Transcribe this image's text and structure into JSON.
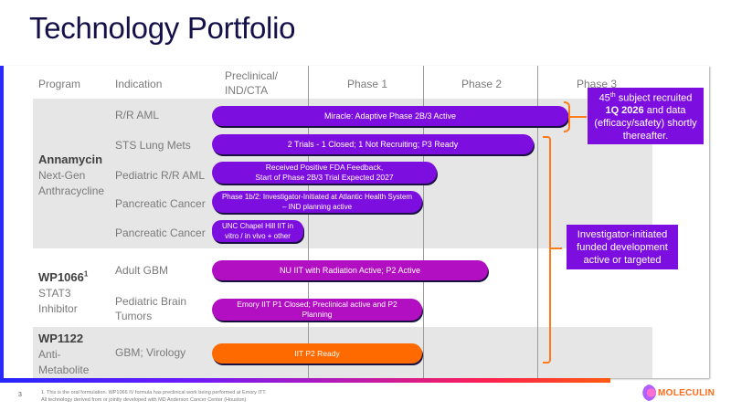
{
  "slide": {
    "title": "Technology Portfolio",
    "page_number": "3"
  },
  "header": {
    "program": "Program",
    "indication": "Indication",
    "preclinical_line1": "Preclinical/",
    "preclinical_line2": "IND/CTA",
    "phase1": "Phase 1",
    "phase2": "Phase 2",
    "phase3": "Phase 3"
  },
  "programs": [
    {
      "name": "Annamycin",
      "sub1": "Next-Gen",
      "sub2": "Anthracycline"
    },
    {
      "name": "WP1066",
      "sup": "1",
      "sub1": "STAT3",
      "sub2": "Inhibitor"
    },
    {
      "name": "WP1122",
      "sub1": "Anti-",
      "sub2": "Metabolite"
    }
  ],
  "rows": [
    {
      "indication": "R/R AML",
      "bar_line1": "Miracle: Adaptive Phase 2B/3 Active",
      "bar_line2": "",
      "color": "purple"
    },
    {
      "indication": "STS Lung Mets",
      "bar_line1": "2 Trials - 1 Closed; 1 Not Recruiting; P3 Ready",
      "bar_line2": "",
      "color": "purple"
    },
    {
      "indication": "Pediatric R/R AML",
      "bar_line1": "Received Positive FDA Feedback,",
      "bar_line2": "Start of Phase 2B/3 Trial Expected 2027",
      "color": "purple"
    },
    {
      "indication": "Pancreatic Cancer",
      "bar_line1": "Phase 1b/2: Investigator-Initiated at Atlantic Health System",
      "bar_line2": "– IND planning active",
      "color": "purple"
    },
    {
      "indication": "Pancreatic Cancer",
      "bar_line1": "UNC Chapel Hill IIT in",
      "bar_line2": "vitro / in vivo + other",
      "color": "purple"
    },
    {
      "indication": "Adult GBM",
      "bar_line1": "NU IIT with Radiation Active; P2 Active",
      "bar_line2": "",
      "color": "magenta"
    },
    {
      "indication_line1": "Pediatric Brain",
      "indication_line2": "Tumors",
      "bar_line1": "Emory IIT P1 Closed; Preclinical active and P2",
      "bar_line2": "Planning",
      "color": "magenta"
    },
    {
      "indication": "GBM; Virology",
      "bar_line1": "IIT P2 Ready",
      "bar_line2": "",
      "color": "orange"
    }
  ],
  "callouts": {
    "top": {
      "line1_pre": "45",
      "line1_sup": "th",
      "line1_post": " subject recruited",
      "line2_bold": "1Q 2026",
      "line2_post": " and data",
      "line3": "(efficacy/safety) shortly",
      "line4": "thereafter."
    },
    "middle": {
      "line1": "Investigator-initiated",
      "line2": "funded development",
      "line3": "active or targeted"
    }
  },
  "footnotes": {
    "line1": "1. This is the oral formulation. WP1066 IV formula has preclinical work being performed at Emory ITT.",
    "line2": "All technology derived from or jointly developed with MD Anderson Cancer Center (Houston)"
  },
  "logo": {
    "text": "MOLECULIN"
  },
  "colors": {
    "purple": "#7d0ee0",
    "magenta": "#b20fc2",
    "orange": "#ff6a00",
    "bracket": "#ff7a1a",
    "title": "#14104a"
  }
}
